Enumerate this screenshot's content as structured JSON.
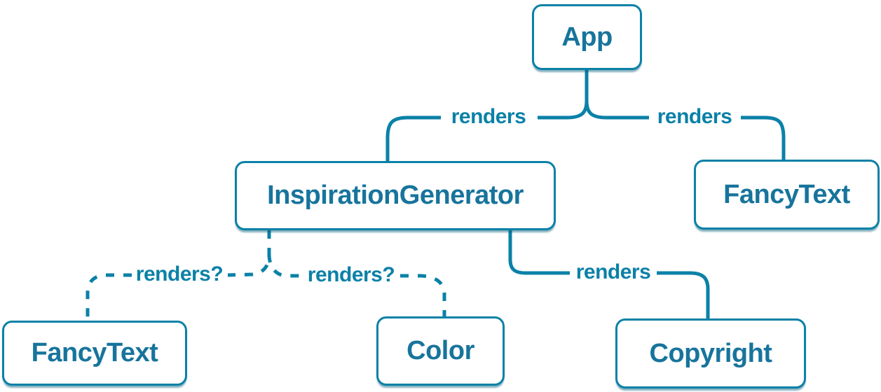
{
  "diagram": {
    "type": "component-render-tree",
    "colors": {
      "accent": "#0b81a7",
      "node_text": "#17749c",
      "node_background": "#ffffff",
      "page_background": "#ffffff"
    },
    "nodes": [
      {
        "id": "app",
        "label": "App"
      },
      {
        "id": "inspiration-generator",
        "label": "InspirationGenerator"
      },
      {
        "id": "fancy-text-top",
        "label": "FancyText"
      },
      {
        "id": "fancy-text-bottom",
        "label": "FancyText"
      },
      {
        "id": "color",
        "label": "Color"
      },
      {
        "id": "copyright",
        "label": "Copyright"
      }
    ],
    "edges": [
      {
        "from": "App",
        "to": "InspirationGenerator",
        "label": "renders",
        "style": "solid"
      },
      {
        "from": "App",
        "to": "FancyText",
        "label": "renders",
        "style": "solid"
      },
      {
        "from": "InspirationGenerator",
        "to": "FancyText",
        "label": "renders?",
        "style": "dashed"
      },
      {
        "from": "InspirationGenerator",
        "to": "Color",
        "label": "renders?",
        "style": "dashed"
      },
      {
        "from": "InspirationGenerator",
        "to": "Copyright",
        "label": "renders",
        "style": "solid"
      }
    ]
  }
}
